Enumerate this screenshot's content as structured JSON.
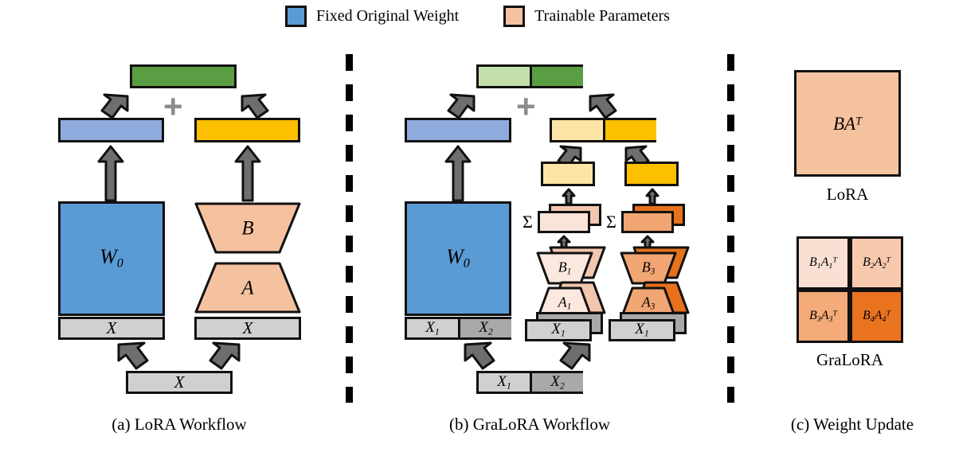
{
  "legend": {
    "items": [
      {
        "label": "Fixed Original Weight",
        "color": "#5b9bd5",
        "icon": "square-swatch-icon"
      },
      {
        "label": "Trainable Parameters",
        "color": "#f5c2a0",
        "icon": "square-swatch-icon"
      }
    ]
  },
  "captions": {
    "a": "(a) LoRA Workflow",
    "b": "(b) GraLoRA Workflow",
    "c": "(c) Weight Update"
  },
  "panel_a": {
    "output": {
      "label": "",
      "color": "#5a9e43"
    },
    "plus": "+",
    "frozen_out": {
      "label": "",
      "color": "#8faadc"
    },
    "lora_out": {
      "label": "",
      "color": "#fcc000"
    },
    "w0": {
      "label": "W",
      "subscript": "0",
      "color": "#5b9bd5"
    },
    "b": {
      "label": "B",
      "color": "#f5c2a0"
    },
    "a": {
      "label": "A",
      "color": "#f5c2a0"
    },
    "x_left": {
      "label": "X",
      "color": "#d0d0d0"
    },
    "x_right": {
      "label": "X",
      "color": "#d0d0d0"
    },
    "x_input": {
      "label": "X",
      "color": "#d0d0d0"
    }
  },
  "panel_b": {
    "output_left": {
      "label": "",
      "color": "#c3e0ac"
    },
    "output_right": {
      "label": "",
      "color": "#5a9e43"
    },
    "plus": "+",
    "frozen_out": {
      "label": "",
      "color": "#8faadc"
    },
    "lora_out_left": {
      "label": "",
      "color": "#fce5a6"
    },
    "lora_out_right": {
      "label": "",
      "color": "#fcc000"
    },
    "mid_left": {
      "label": "",
      "color": "#fce5a6"
    },
    "mid_right": {
      "label": "",
      "color": "#fcc000"
    },
    "sigma": "Σ",
    "sum_left": {
      "front": "#fae4da",
      "back": "#f3c6ae"
    },
    "sum_right": {
      "front": "#f0a573",
      "back": "#e8711c"
    },
    "b1": {
      "label": "B",
      "subscript": "1",
      "front": "#fbe8de",
      "back": "#f3c6ae"
    },
    "a1": {
      "label": "A",
      "subscript": "1",
      "front": "#fbe8de",
      "back": "#f3c6ae"
    },
    "b3": {
      "label": "B",
      "subscript": "3",
      "front": "#f0a573",
      "back": "#e8711c"
    },
    "a3": {
      "label": "A",
      "subscript": "3",
      "front": "#f0a573",
      "back": "#e8711c"
    },
    "w0": {
      "label": "W",
      "subscript": "0",
      "color": "#5b9bd5"
    },
    "x_under_w0_1": {
      "label": "X",
      "subscript": "1",
      "color": "#d0d0d0"
    },
    "x_under_w0_2": {
      "label": "X",
      "subscript": "2",
      "color": "#a9a9a9"
    },
    "x_stack_mid": {
      "label": "X",
      "subscript": "1",
      "front": "#d0d0d0",
      "back": "#a9a9a9"
    },
    "x_stack_right": {
      "label": "X",
      "subscript": "1",
      "front": "#d0d0d0",
      "back": "#a9a9a9"
    },
    "x_input_1": {
      "label": "X",
      "subscript": "1",
      "color": "#d0d0d0"
    },
    "x_input_2": {
      "label": "X",
      "subscript": "2",
      "color": "#a9a9a9"
    }
  },
  "panel_c": {
    "lora": {
      "label_base": "BA",
      "label_sup": "T",
      "color": "#f5c2a0",
      "caption": "LoRA"
    },
    "gralora": {
      "caption": "GraLoRA",
      "cells": [
        {
          "b": "B",
          "bsub": "1",
          "a": "A",
          "asub": "1",
          "sup": "T",
          "color": "#fae0d2"
        },
        {
          "b": "B",
          "bsub": "2",
          "a": "A",
          "asub": "2",
          "sup": "T",
          "color": "#f7c9ad"
        },
        {
          "b": "B",
          "bsub": "3",
          "a": "A",
          "asub": "3",
          "sup": "T",
          "color": "#f4ab79"
        },
        {
          "b": "B",
          "bsub": "4",
          "a": "A",
          "asub": "4",
          "sup": "T",
          "color": "#ea7320"
        }
      ]
    }
  }
}
